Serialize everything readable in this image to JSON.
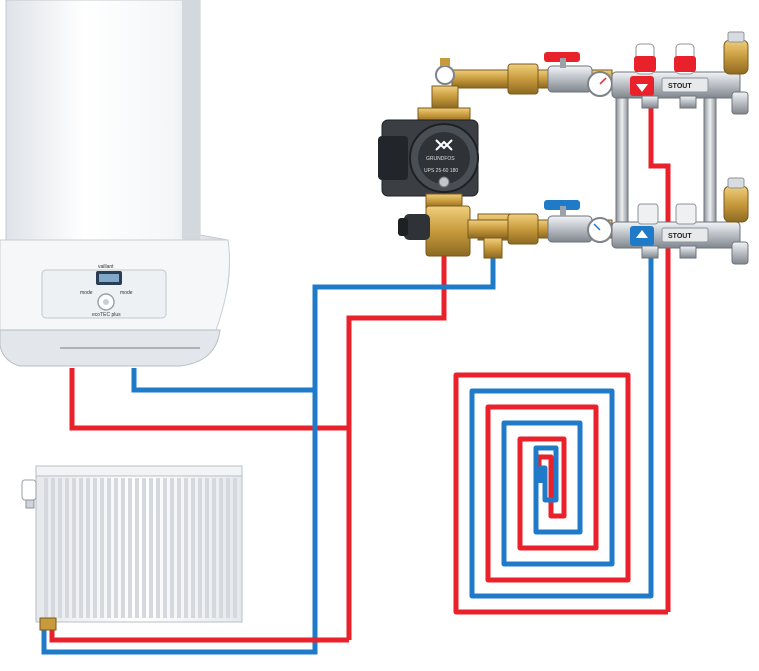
{
  "boiler": {
    "brand": "vaillant",
    "display_left_label": "mode",
    "display_right_label": "mode",
    "model_text": "ecoTEC plus"
  },
  "pump": {
    "brand": "GRUNDFOS",
    "label": "UPS 25-60 180"
  },
  "manifold": {
    "brand_top": "STOUT",
    "brand_bottom": "STOUT"
  },
  "colors": {
    "hot": "#e8212a",
    "cold": "#1f7bc8",
    "brass": "#c79a3c",
    "steel": "#c9cdd2"
  }
}
